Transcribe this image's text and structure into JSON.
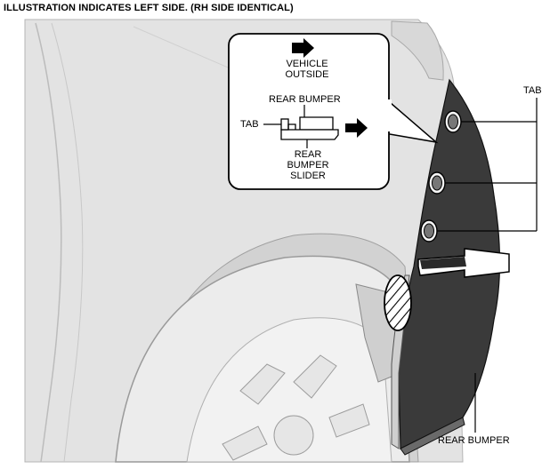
{
  "header": {
    "title": "ILLUSTRATION INDICATES LEFT SIDE. (RH SIDE IDENTICAL)"
  },
  "inset": {
    "direction_line1": "VEHICLE",
    "direction_line2": "OUTSIDE",
    "rear_bumper": "REAR BUMPER",
    "tab": "TAB",
    "slider_line1": "REAR",
    "slider_line2": "BUMPER",
    "slider_line3": "SLIDER"
  },
  "callouts": {
    "tab": "TAB",
    "rear_bumper": "REAR BUMPER"
  },
  "colors": {
    "body_panel": "#e2e2e2",
    "tire": "#ececec",
    "bumper": "#3c3c3c",
    "line": "#000000"
  }
}
